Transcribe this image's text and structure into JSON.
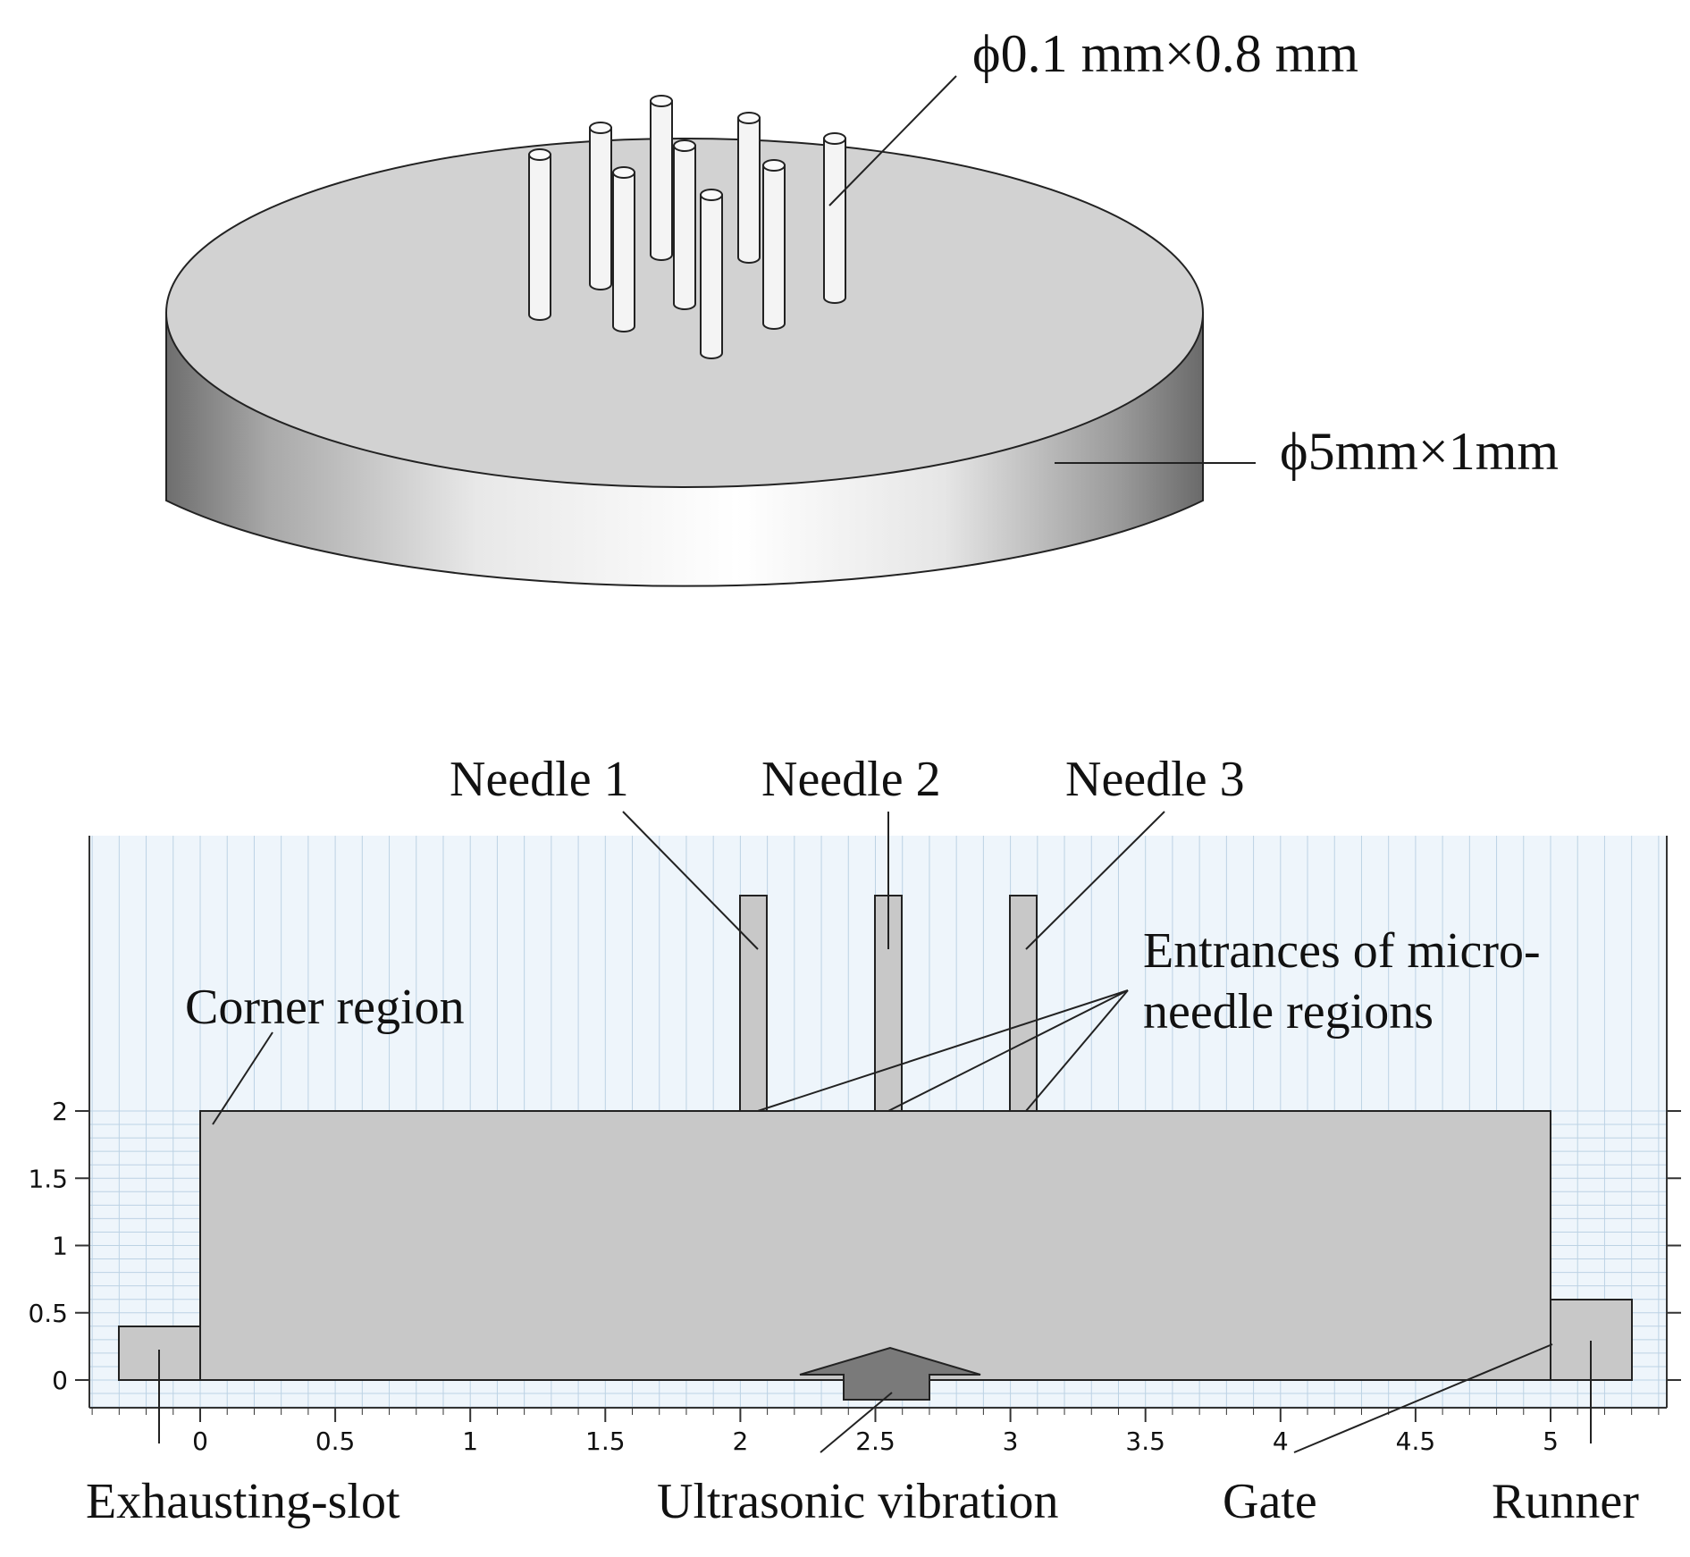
{
  "top_view": {
    "needle_label": "ϕ0.1 mm×0.8 mm",
    "disk_label": "ϕ5mm×1mm"
  },
  "cross_section": {
    "x_ticks": [
      "0",
      "0.5",
      "1",
      "1.5",
      "2",
      "2.5",
      "3",
      "3.5",
      "4",
      "4.5",
      "5"
    ],
    "y_ticks": [
      "0",
      "0.5",
      "1",
      "1.5",
      "2"
    ],
    "labels": {
      "needle1": "Needle 1",
      "needle2": "Needle 2",
      "needle3": "Needle 3",
      "entrances_line1": "Entrances of micro-",
      "entrances_line2": "needle regions",
      "corner": "Corner region",
      "exhausting": "Exhausting-slot",
      "ultrasonic": "Ultrasonic vibration",
      "gate": "Gate",
      "runner": "Runner"
    }
  },
  "colors": {
    "part_fill": "#c8c8c8",
    "grid_line": "#b9cfe0",
    "grid_bg": "#eef5fb",
    "arrow_fill": "#7a7a7a"
  }
}
